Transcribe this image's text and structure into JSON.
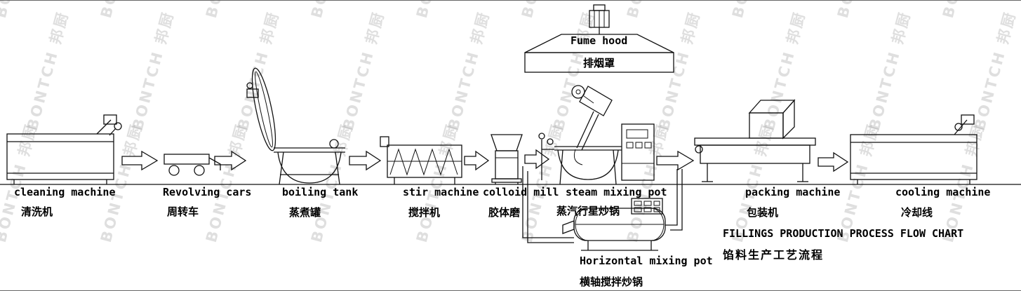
{
  "title": {
    "en": "FILLINGS PRODUCTION PROCESS FLOW CHART",
    "zh": "馅料生产工艺流程"
  },
  "watermark": {
    "text": "BONTCH 邦厨"
  },
  "machines": [
    {
      "id": "cleaning-machine",
      "en": "cleaning machine",
      "zh": "清洗机"
    },
    {
      "id": "revolving-cars",
      "en": "Revolving cars",
      "zh": "周转车"
    },
    {
      "id": "boiling-tank",
      "en": "boiling tank",
      "zh": "蒸煮罐"
    },
    {
      "id": "stir-machine",
      "en": "stir machine",
      "zh": "搅拌机"
    },
    {
      "id": "colloid-mill",
      "en": "colloid mill",
      "zh": "胶体磨"
    },
    {
      "id": "steam-mixing-pot",
      "en": "steam mixing pot",
      "zh": "蒸汽行星炒锅"
    },
    {
      "id": "fume-hood",
      "en": "Fume hood",
      "zh": "排烟罩"
    },
    {
      "id": "horizontal-mixing-pot",
      "en": "Horizontal mixing pot",
      "zh": "横轴搅拌炒锅"
    },
    {
      "id": "packing-machine",
      "en": "packing machine",
      "zh": "包装机"
    },
    {
      "id": "cooling-machine",
      "en": "cooling machine",
      "zh": "冷却线"
    }
  ],
  "colors": {
    "line": "#111111",
    "watermark": "#969696",
    "background": "#ffffff"
  }
}
